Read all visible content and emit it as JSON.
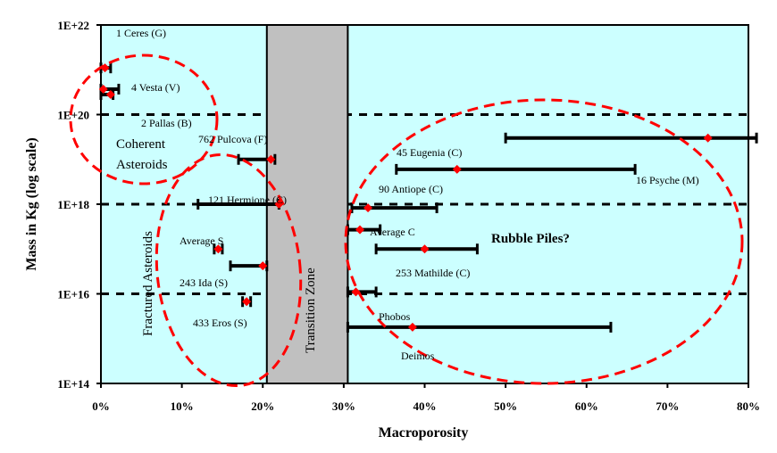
{
  "chart_data": {
    "type": "scatter",
    "title": "",
    "xlabel": "Macroporosity",
    "ylabel": "Mass in Kg (log scale)",
    "x_unit": "%",
    "xlim": [
      0,
      80
    ],
    "y_scale": "log",
    "ylim": [
      100000000000000.0,
      1e+22
    ],
    "x_ticks": [
      "0%",
      "10%",
      "20%",
      "30%",
      "40%",
      "50%",
      "60%",
      "70%",
      "80%"
    ],
    "y_ticks": [
      "1E+14",
      "1E+16",
      "1E+18",
      "1E+20",
      "1E+22"
    ],
    "gridlines_y": [
      1e+16,
      1e+18,
      1e+20
    ],
    "colors": {
      "plot_bg": "#ccffff",
      "zone": "#c0c0c0",
      "marker": "#ff0000",
      "ellipse": "#ff0000",
      "errorbar": "#000000"
    },
    "transition_zone": {
      "label": "Transition Zone",
      "x_range": [
        20.5,
        30.5
      ]
    },
    "points": [
      {
        "label": "1 Ceres (G)",
        "x": 0.5,
        "y": 1.1e+21,
        "err_x": [
          0,
          1.2
        ]
      },
      {
        "label": "4 Vesta (V)",
        "x": 0.3,
        "y": 3.7e+20,
        "err_x": [
          0,
          2.2
        ]
      },
      {
        "label": "2 Pallas (B)",
        "x": 1.2,
        "y": 2.8e+20,
        "err_x": [
          0,
          1.5
        ]
      },
      {
        "label": "762 Pulcova (F)",
        "x": 21.0,
        "y": 1e+19,
        "err_x": [
          17,
          21.5
        ]
      },
      {
        "label": "121 Hermione (C)",
        "x": 22.0,
        "y": 1e+18,
        "err_x": [
          12,
          22.0
        ]
      },
      {
        "label": "Average S",
        "x": 14.5,
        "y": 1e+17,
        "err_x": [
          14.0,
          15.0
        ]
      },
      {
        "label": "243 Ida (S)",
        "x": 20.0,
        "y": 4.2e+16,
        "err_x": [
          16,
          20.5
        ]
      },
      {
        "label": "433 Eros (S)",
        "x": 18.0,
        "y": 6700000000000000.0,
        "err_x": [
          17.5,
          18.5
        ]
      },
      {
        "label": "45 Eugenia (C)",
        "x": 44.0,
        "y": 6e+18,
        "err_x": [
          36.5,
          66
        ]
      },
      {
        "label": "16 Psyche (M)",
        "x": 75.0,
        "y": 3e+19,
        "err_x": [
          50,
          81
        ]
      },
      {
        "label": "90 Antiope (C)",
        "x": 33.0,
        "y": 8.3e+17,
        "err_x": [
          31,
          41.5
        ]
      },
      {
        "label": "Average C",
        "x": 32.0,
        "y": 2.7e+17,
        "err_x": [
          30.5,
          34.5
        ]
      },
      {
        "label": "253 Mathilde (C)",
        "x": 40.0,
        "y": 1e+17,
        "err_x": [
          34,
          46.5
        ]
      },
      {
        "label": "Phobos",
        "x": 31.5,
        "y": 1.1e+16,
        "err_x": [
          30.5,
          34.0
        ]
      },
      {
        "label": "Deimos",
        "x": 38.5,
        "y": 1800000000000000.0,
        "err_x": [
          30.5,
          63
        ]
      }
    ],
    "annotations": [
      "Coherent Asteroids",
      "Fractured Asteroids",
      "Rubble Piles?"
    ]
  }
}
